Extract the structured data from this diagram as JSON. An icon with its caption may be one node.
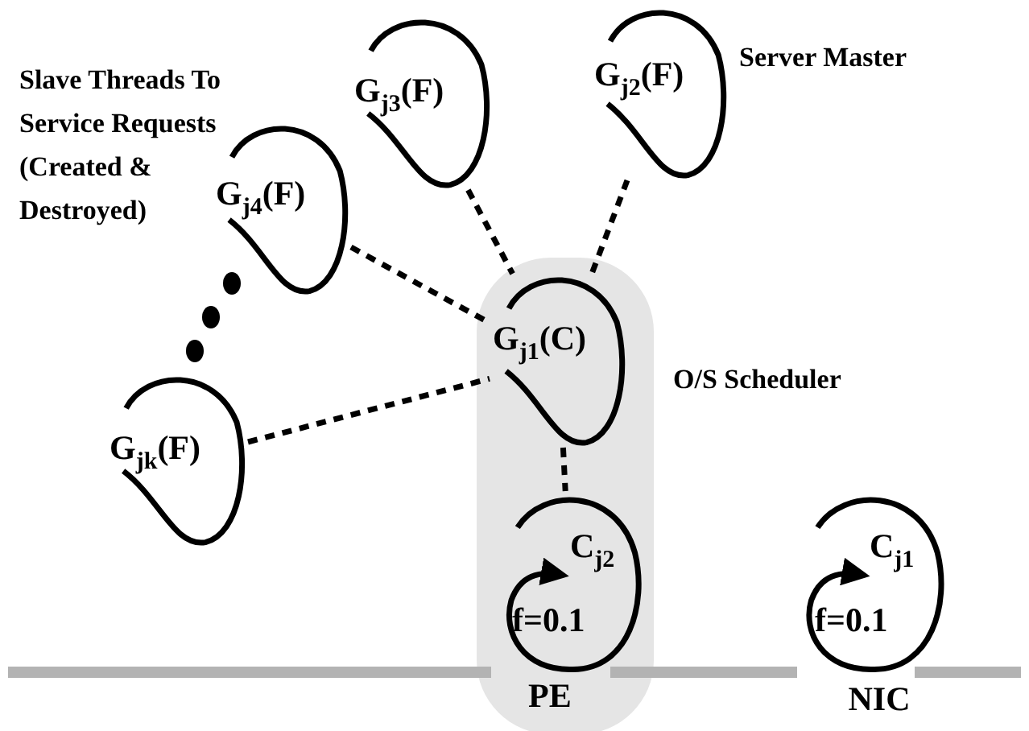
{
  "diagram": {
    "nodes": [
      {
        "text": [
          "G$_{j3}$(F)"
        ]
      },
      {
        "text": [
          "G$_{j2}$(F)"
        ],
        "beside": [
          "Server Master"
        ]
      },
      {
        "text": [
          "G$_{j4}$(F)"
        ]
      },
      {
        "text": [
          "PE"
        ]
      },
      {
        "text": [
          "G$_{j1}$(C)"
        ],
        "in": 3,
        "beside": [
          "O/S Scheduler"
        ]
      },
      {
        "text": [
          "G$_{jk}$(F)"
        ]
      },
      {
        "text": [
          "C$_{j2}$",
          "f=0.1"
        ],
        "in": 3
      },
      {
        "text": [
          "C$_{j1}$",
          "f=0.1"
        ],
        "beside": [
          "NIC"
        ]
      }
    ],
    "edges": [
      {
        "from": 0,
        "to": 4,
        "arrow": "none",
        "style": "dashed"
      },
      {
        "from": 1,
        "to": 4,
        "arrow": "none",
        "style": "dashed"
      },
      {
        "from": 2,
        "to": 4,
        "arrow": "none",
        "style": "dashed"
      },
      {
        "from": 5,
        "to": 4,
        "arrow": "none",
        "style": "dashed"
      },
      {
        "from": 4,
        "to": 6,
        "arrow": "none",
        "style": "dashed"
      }
    ],
    "labels": [
      "Slave Threads To Service Requests (Created & Destroyed)"
    ]
  }
}
